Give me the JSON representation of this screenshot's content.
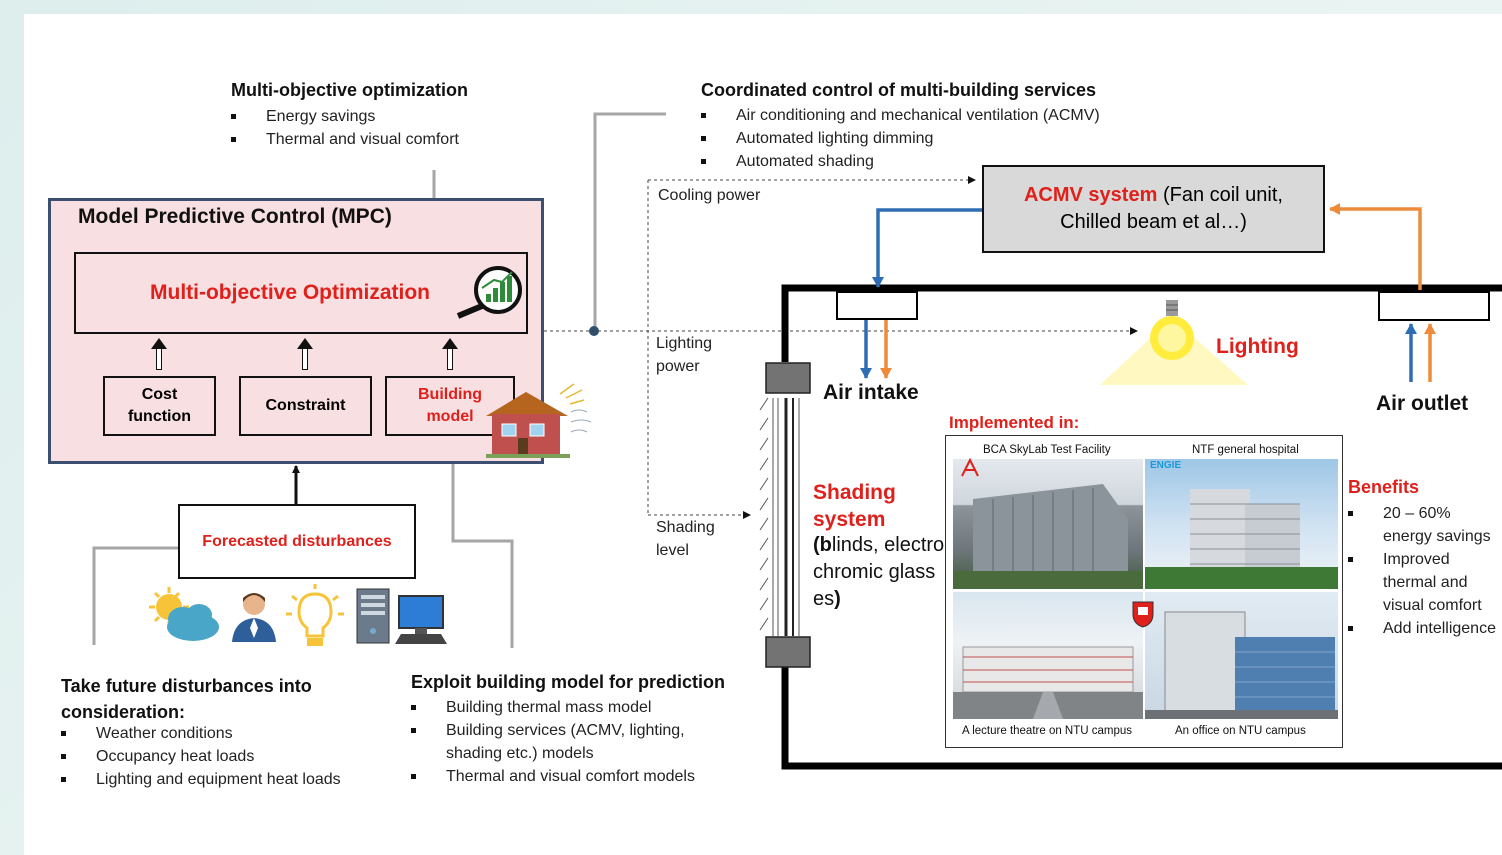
{
  "colors": {
    "red": "#e0201b",
    "blue": "#2e6db3",
    "orange": "#ee8b3b",
    "gray": "#a6a6a6",
    "mpc_fill": "#f8dfe1",
    "acmv_fill": "#d9d9d9"
  },
  "mo": {
    "title": "Multi-objective optimization",
    "items": [
      "Energy savings",
      "Thermal and visual comfort"
    ]
  },
  "coord": {
    "title": "Coordinated control of multi-building services",
    "items": [
      "Air conditioning and mechanical ventilation (ACMV)",
      "Automated lighting dimming",
      "Automated shading"
    ]
  },
  "mpc": {
    "title": "Model Predictive Control (MPC)",
    "optimization": "Multi-objective Optimization",
    "cost": "Cost function",
    "constraint": "Constraint",
    "building": "Building model"
  },
  "forecast": "Forecasted disturbances",
  "signals": {
    "cooling": "Cooling power",
    "lighting": "Lighting power",
    "shading": "Shading level"
  },
  "acmv": {
    "name": "ACMV system",
    "desc": "(Fan coil unit, Chilled beam et al…)"
  },
  "air_intake": "Air intake",
  "air_outlet": "Air outlet",
  "lighting": "Lighting",
  "shading_sys": {
    "title": "Shading system",
    "desc_pre": "(",
    "desc_b": "b",
    "desc_mid": "linds, electrochromic glasses",
    "desc_post": ")"
  },
  "implemented": "Implemented in:",
  "photos": {
    "p1": "BCA SkyLab Test Facility",
    "p2": "NTF general hospital",
    "p3": "A lecture theatre on NTU campus",
    "p4": "An office on NTU campus",
    "engie": "ENGIE"
  },
  "benefits": {
    "title": "Benefits",
    "items": [
      "20 – 60% energy savings",
      "Improved thermal and visual comfort",
      "Add intelligence to buildings"
    ]
  },
  "future": {
    "title": "Take future disturbances into consideration:",
    "items": [
      "Weather conditions",
      "Occupancy heat loads",
      "Lighting and equipment heat loads"
    ]
  },
  "exploit": {
    "title": "Exploit building model for prediction",
    "items": [
      "Building thermal mass model",
      "Building services (ACMV, lighting, shading etc.) models",
      "Thermal and visual comfort models"
    ]
  },
  "icons": [
    "weather-icon",
    "occupant-icon",
    "light-bulb-icon",
    "server-icon",
    "computer-icon",
    "magnifier-chart-icon",
    "house-icon"
  ]
}
